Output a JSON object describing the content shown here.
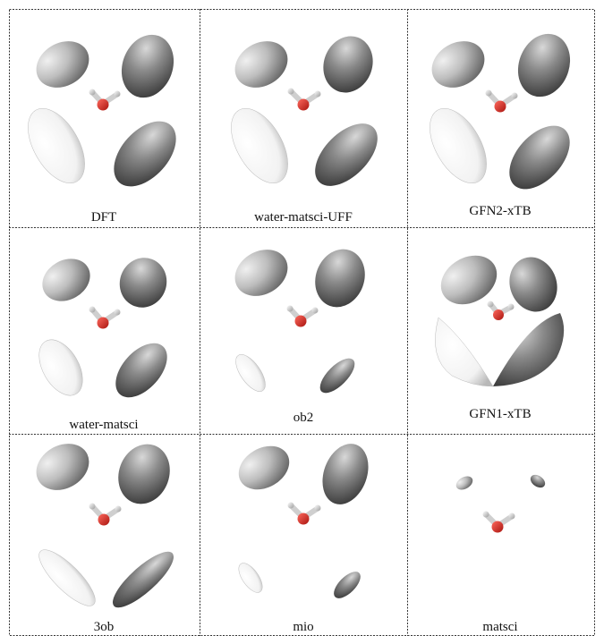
{
  "panels": [
    {
      "label": "DFT"
    },
    {
      "label": "water-matsci-UFF"
    },
    {
      "label": "GFN2-xTB"
    },
    {
      "label": "water-matsci"
    },
    {
      "label": "ob2"
    },
    {
      "label": "GFN1-xTB"
    },
    {
      "label": "3ob"
    },
    {
      "label": "mio"
    },
    {
      "label": "matsci"
    }
  ],
  "colors": {
    "oxygen": "#d42a22",
    "hydrogen": "#e6e6e6",
    "surface_light": "#f4f4f4",
    "surface_dark": "#555555"
  }
}
